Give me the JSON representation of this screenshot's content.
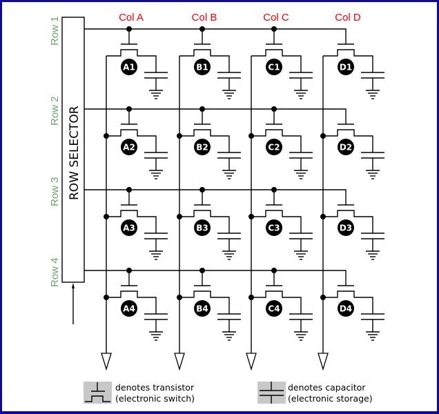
{
  "diagram": {
    "title": "DRAM memory cell array",
    "row_selector_label": "ROW SELECTOR",
    "columns": [
      "Col A",
      "Col B",
      "Col C",
      "Col D"
    ],
    "rows": [
      "Row 1",
      "Row 2",
      "Row 3",
      "Row 4"
    ],
    "cells": [
      [
        "A1",
        "B1",
        "C1",
        "D1"
      ],
      [
        "A2",
        "B2",
        "C2",
        "D2"
      ],
      [
        "A3",
        "B3",
        "C3",
        "D3"
      ],
      [
        "A4",
        "B4",
        "C4",
        "D4"
      ]
    ],
    "colors": {
      "column_label": "#ff0000",
      "row_label": "#6aa56a",
      "border": "#0a0aa0",
      "legend_bg": "#c8c8c8"
    }
  },
  "legend": {
    "transistor": {
      "line1": "denotes transistor",
      "line2": "(electronic switch)"
    },
    "capacitor": {
      "line1": "denotes capacitor",
      "line2": "(electronic storage)"
    }
  }
}
